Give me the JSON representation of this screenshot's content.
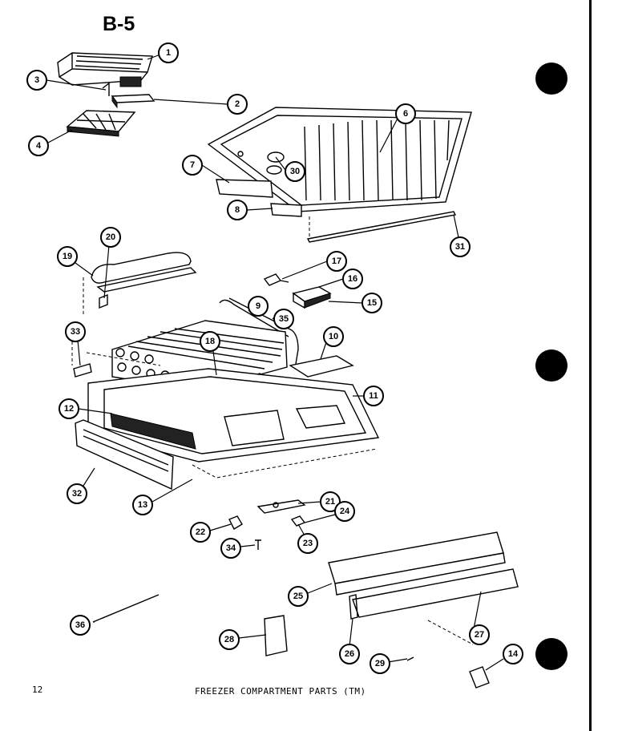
{
  "header": {
    "figure_label": "B-5"
  },
  "footer": {
    "page_number": "12",
    "title": "FREEZER COMPARTMENT PARTS (TM)"
  },
  "callouts": [
    "1",
    "2",
    "3",
    "4",
    "6",
    "7",
    "8",
    "30",
    "31",
    "20",
    "19",
    "17",
    "16",
    "15",
    "9",
    "35",
    "18",
    "10",
    "33",
    "11",
    "12",
    "32",
    "13",
    "21",
    "24",
    "22",
    "23",
    "34",
    "25",
    "27",
    "36",
    "28",
    "26",
    "29",
    "14"
  ]
}
